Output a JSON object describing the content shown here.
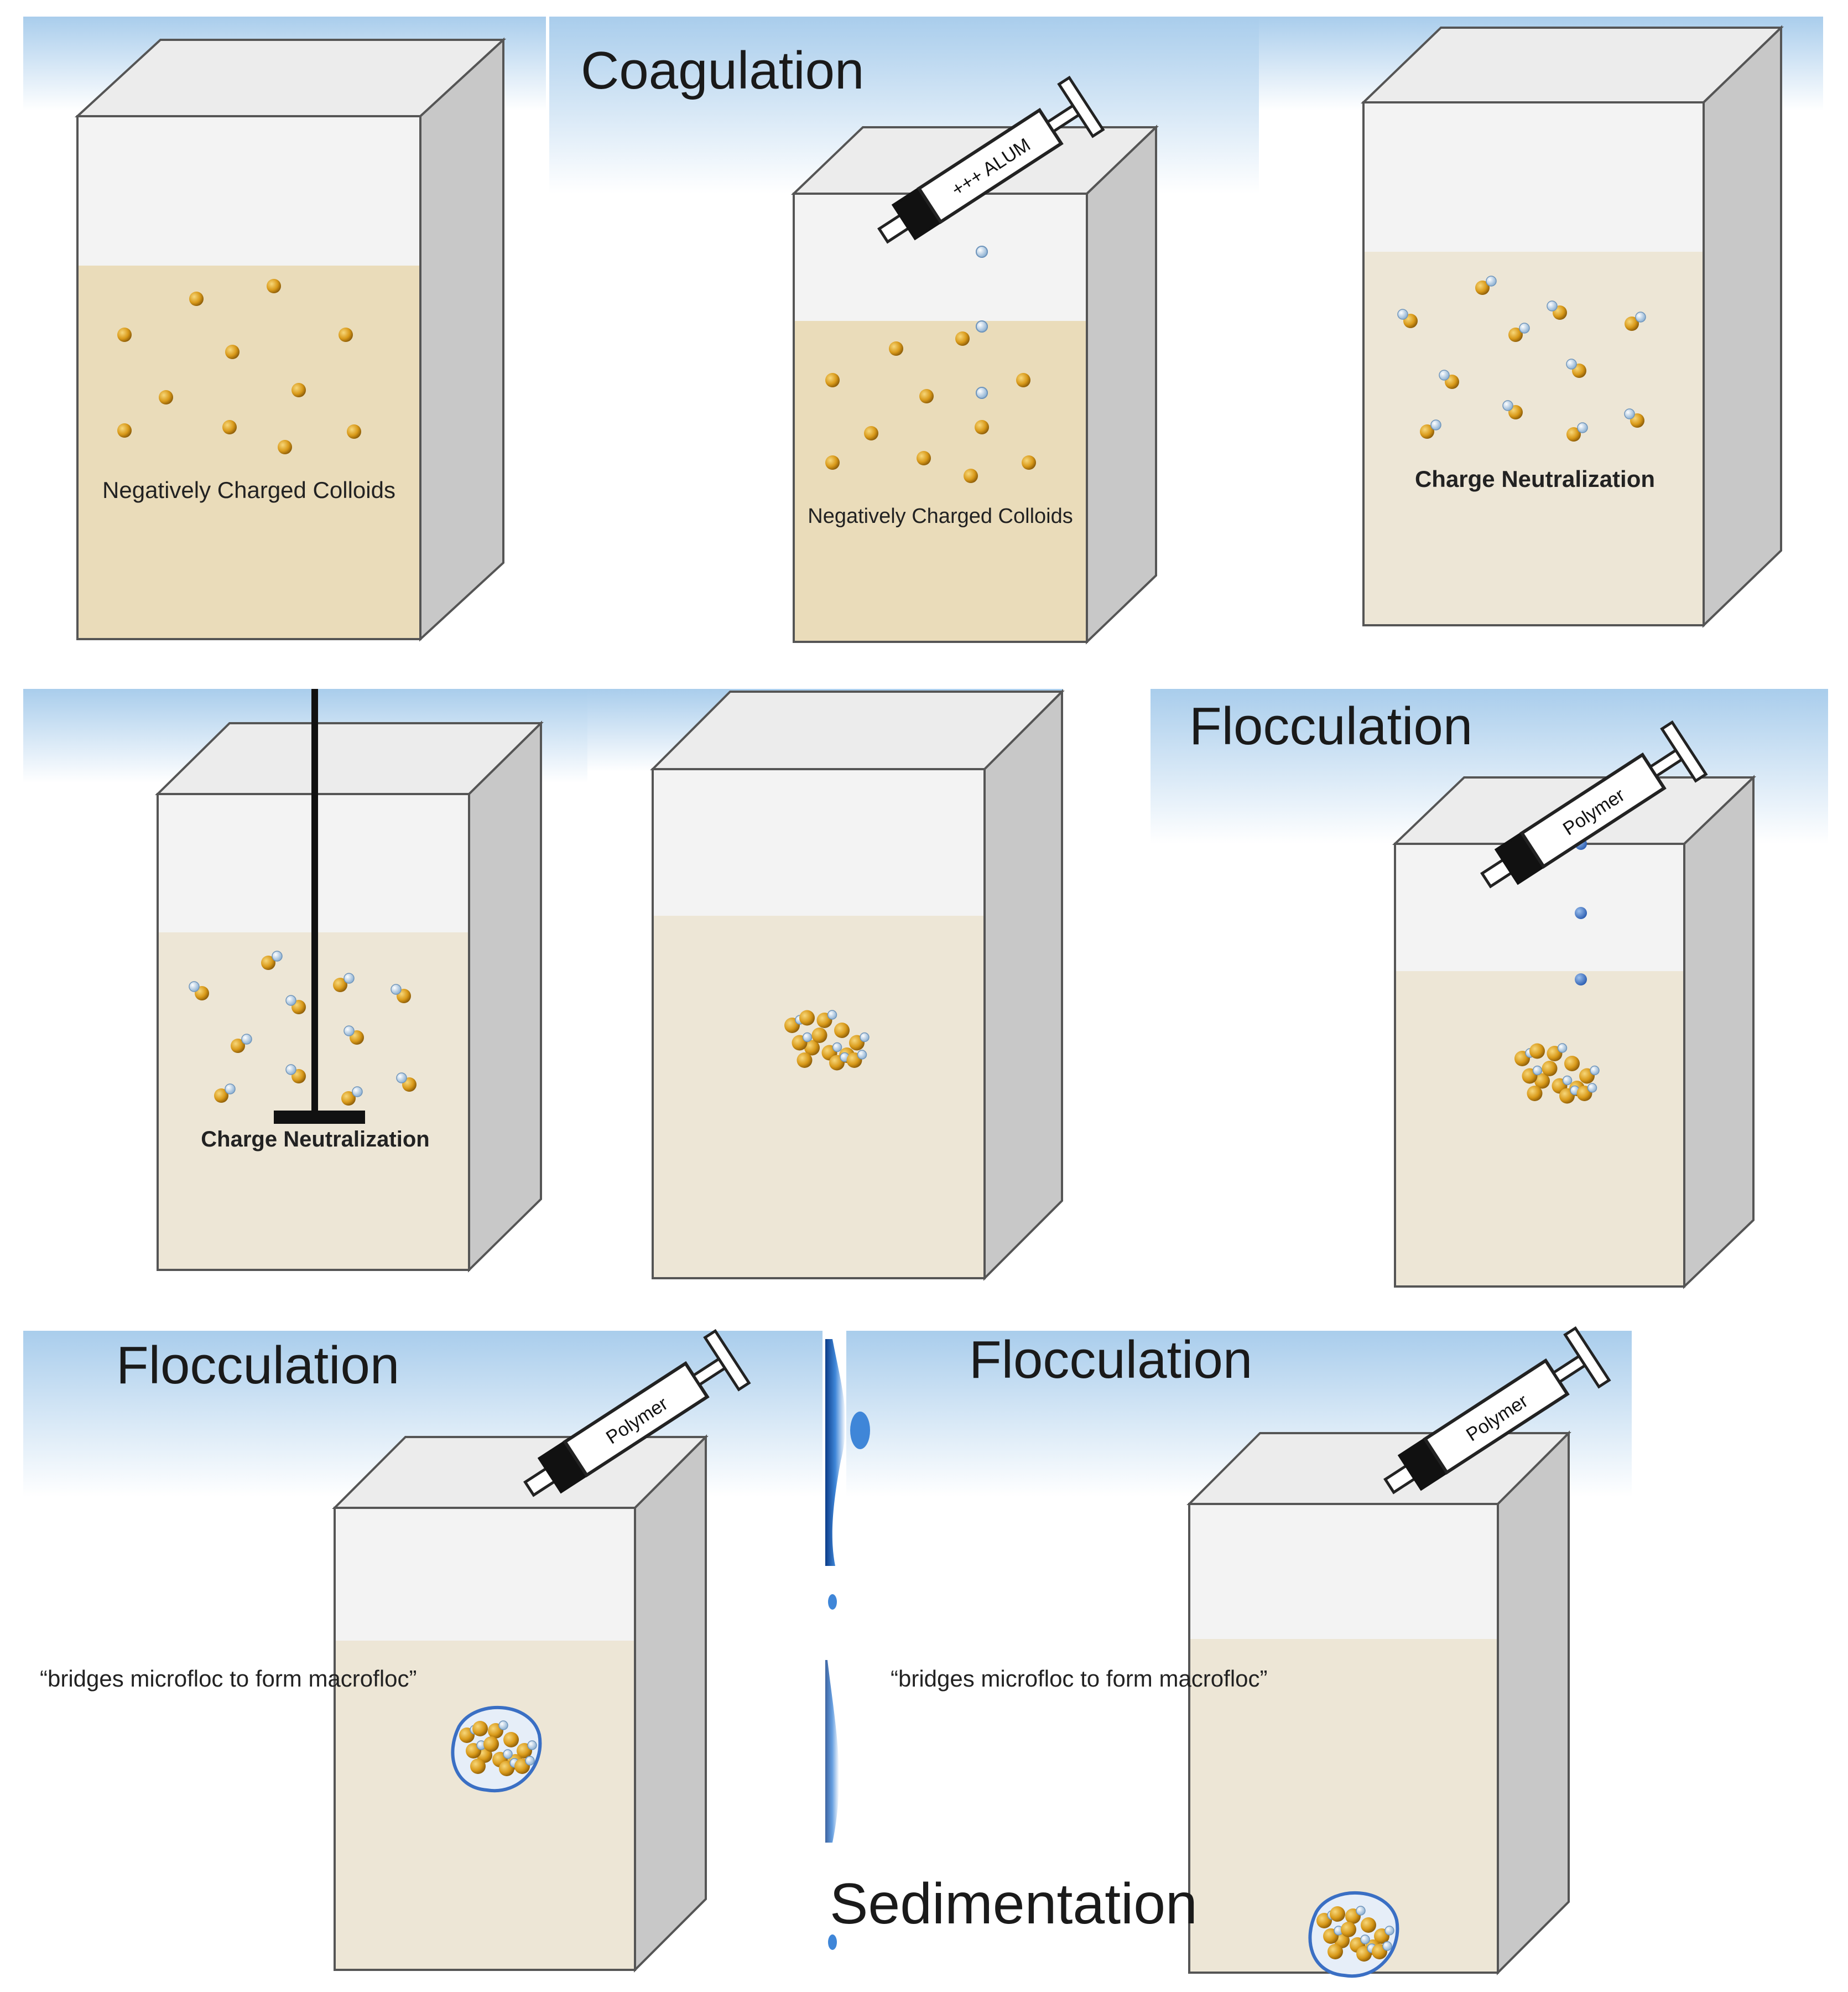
{
  "panels": [
    {
      "heading": "",
      "caption": "Negatively Charged Colloids"
    },
    {
      "heading": "Coagulation",
      "caption": "Negatively Charged Colloids",
      "syringe_label": "+++ ALUM"
    },
    {
      "heading": "",
      "caption": "Charge Neutralization"
    },
    {
      "heading": "",
      "caption": "Charge Neutralization"
    },
    {
      "heading": "",
      "caption": ""
    },
    {
      "heading": "Flocculation",
      "caption": "",
      "syringe_label": "Polymer"
    },
    {
      "heading": "Flocculation",
      "caption": "“bridges microfloc to form macrofloc”",
      "syringe_label": "Polymer"
    },
    {
      "heading": "Flocculation",
      "caption": "“bridges microfloc to form macrofloc”",
      "syringe_label": "Polymer"
    }
  ],
  "sedimentation_label": "Sedimentation",
  "colors": {
    "sky": "#a9cdec",
    "tank_front": "#f3f3f3",
    "tank_side": "#c8c8c8",
    "tank_top": "#ececec",
    "water_dark": "#eadcba",
    "water_light": "#ede6d6",
    "colloid": "#d99a1a",
    "charge": "#bcd6ec",
    "polymer": "#3a6fc4",
    "stirrer": "#111111"
  },
  "icons": [
    "syringe-icon",
    "stirrer-icon",
    "colloid-icon",
    "floc-icon",
    "water-splash-icon"
  ]
}
